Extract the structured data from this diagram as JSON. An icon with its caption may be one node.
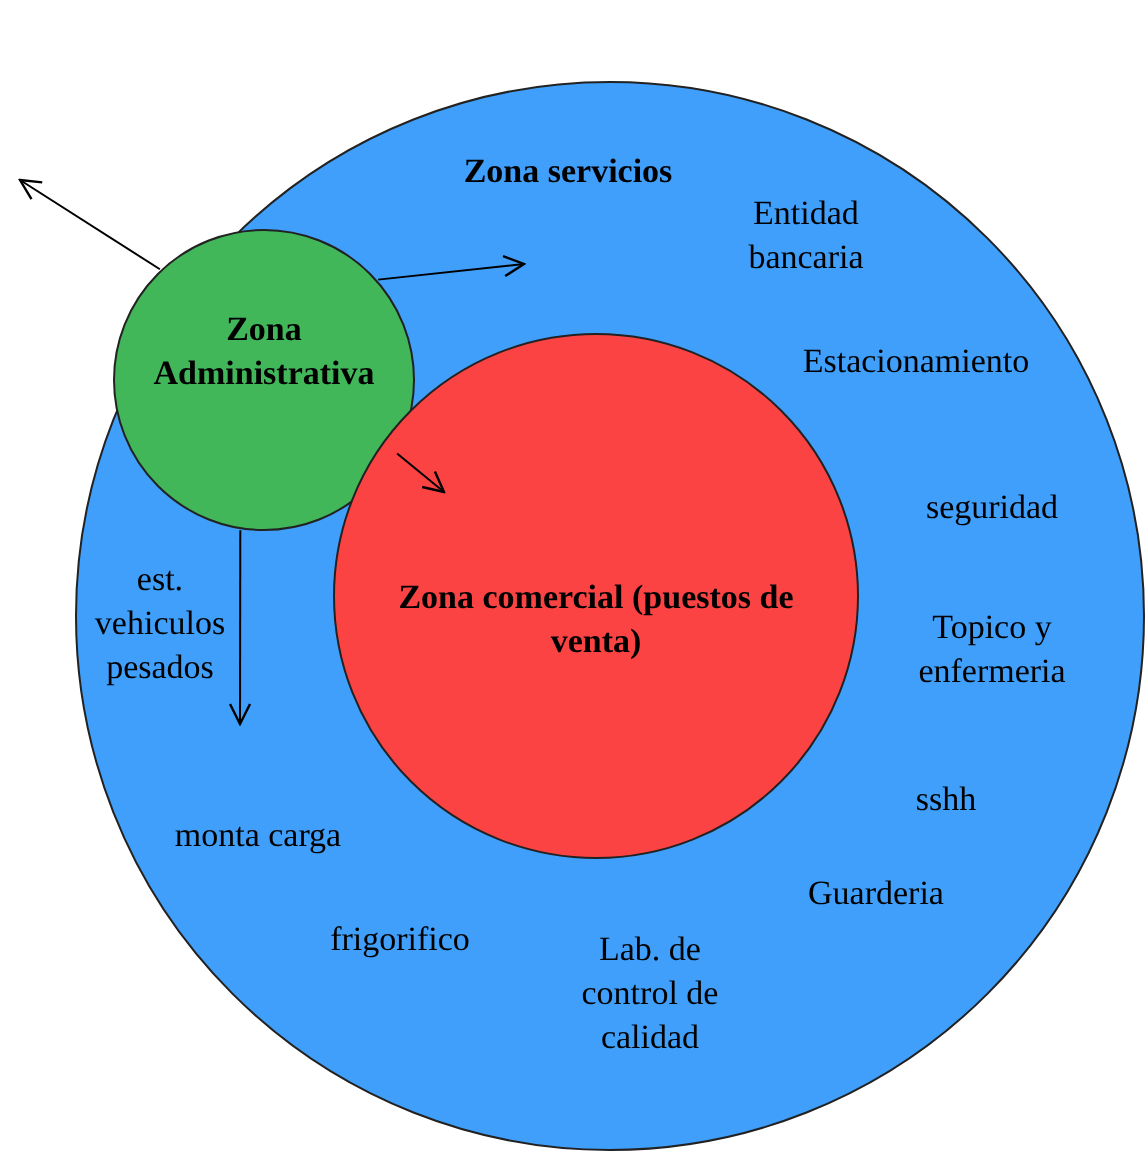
{
  "diagram": {
    "nodes": [
      {
        "text": [
          "Zona servicios"
        ]
      },
      {
        "text": [
          "Zona Administrativa"
        ],
        "in": 0
      },
      {
        "text": [
          "Zona comercial (puestos de venta)"
        ],
        "in": 0
      }
    ],
    "edges": [
      {
        "from": 1,
        "to": null,
        "arrow": "to"
      },
      {
        "from": 1,
        "to": null,
        "arrow": "to"
      },
      {
        "from": 1,
        "to": 2,
        "arrow": "to"
      },
      {
        "from": 1,
        "to": null,
        "arrow": "to"
      }
    ],
    "labels": [
      "Entidad bancaria",
      "Estacionamiento",
      "seguridad",
      "est. vehiculos pesados",
      "Topico y enfermeria",
      "sshh",
      "monta carga",
      "Guarderia",
      "frigorifico",
      "Lab. de control de calidad"
    ]
  }
}
